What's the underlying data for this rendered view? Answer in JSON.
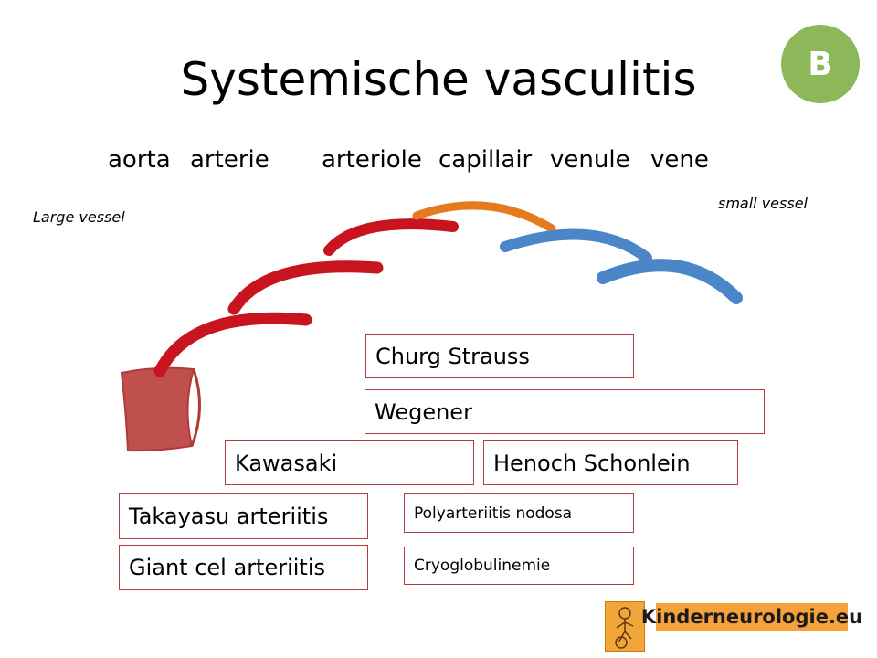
{
  "title": "Systemische vasculitis",
  "badge": "B",
  "vessels": [
    "aorta",
    "arterie",
    "arteriole",
    "capillair",
    "venule",
    "vene"
  ],
  "large_label": "Large vessel",
  "small_label": "small vessel",
  "diseases": {
    "churg": "Churg Strauss",
    "wegener": "Wegener",
    "kawasaki": "Kawasaki",
    "henoch": "Henoch Schonlein",
    "takayasu": "Takayasu arteriitis",
    "polyarteriitis": "Polyarteriitis nodosa",
    "giant": "Giant cel arteriitis",
    "cryo": "Cryoglobulinemie"
  },
  "logo": "Kinderneurologie.eu",
  "colors": {
    "artery": "#c8141e",
    "capillary": "#e67a1e",
    "vein": "#4a86c8",
    "aorta": "#c0504d",
    "badge": "#8cb85a",
    "box_border": "#b23a3a"
  }
}
